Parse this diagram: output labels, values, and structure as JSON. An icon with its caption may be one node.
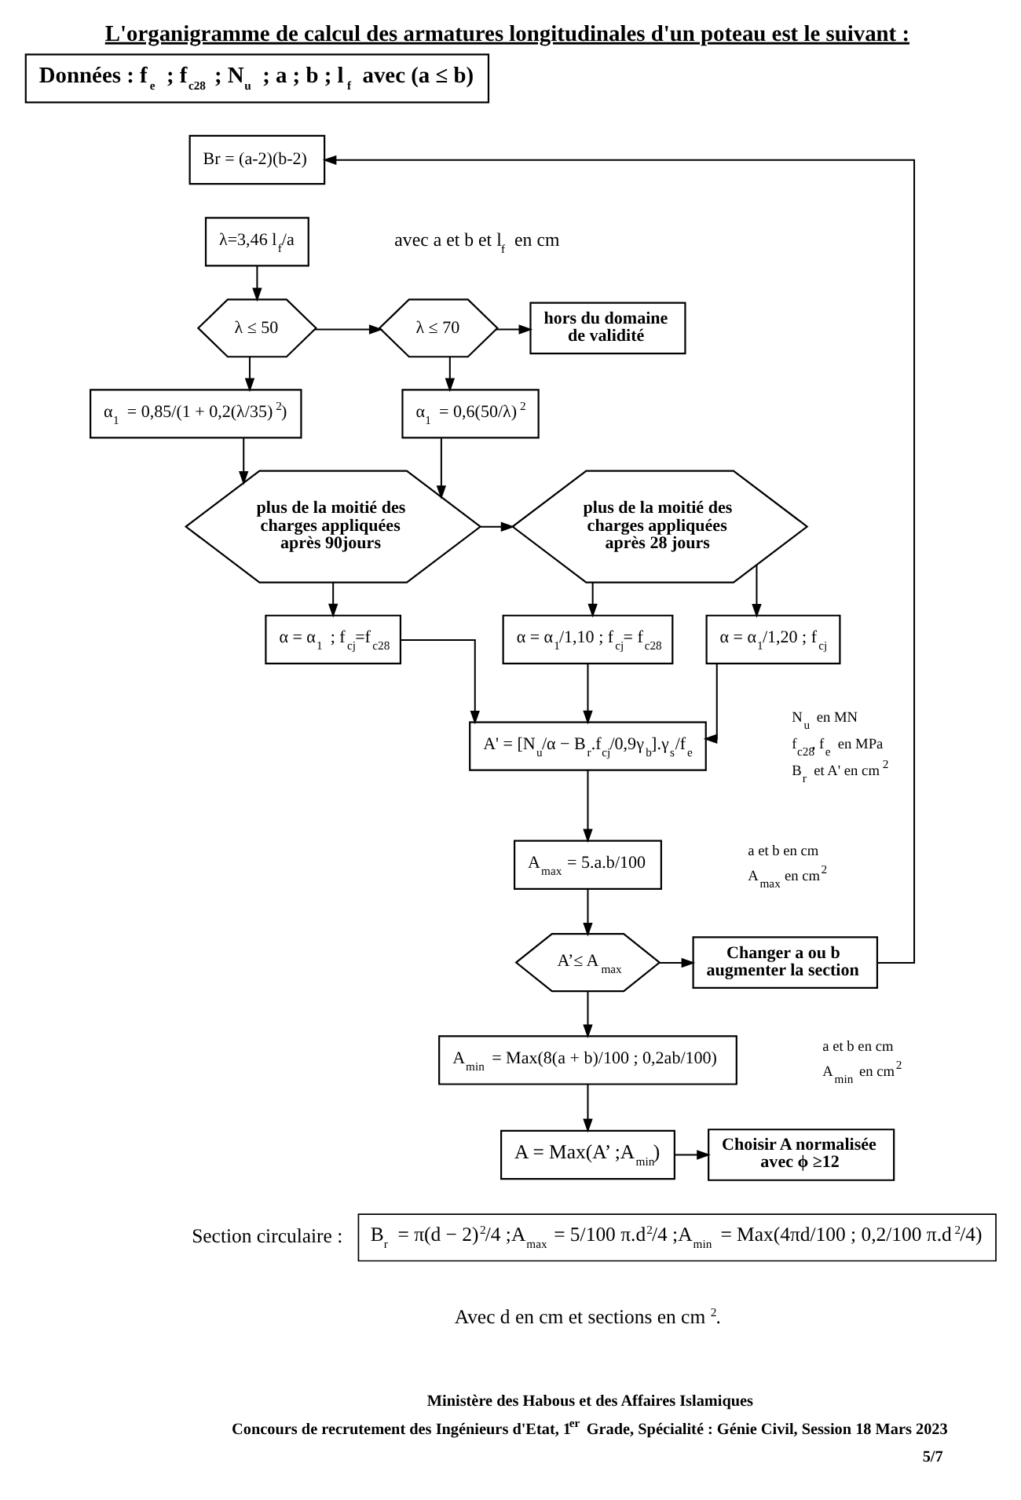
{
  "diagram": {
    "title": "L'organigramme de calcul des armatures longitudinales d'un poteau est le suivant :",
    "nodes": [
      {
        "text": [
          "Données : f$_{e}$ ; f$_{c28}$ ; N$_{u}$ ; a ; b ; l$_{f}$ avec (a ≤ b)"
        ]
      },
      {
        "text": [
          "Br = (a-2)(b-2)"
        ]
      },
      {
        "text": [
          "λ=3,46 l$_{f}$/a"
        ]
      },
      {
        "text": [
          "λ ≤ 50"
        ]
      },
      {
        "text": [
          "λ ≤ 70"
        ]
      },
      {
        "text": [
          "hors du domaine de validité"
        ]
      },
      {
        "text": [
          "α$_{1}$ = 0,85/(1 + 0,2(λ/35)$^{2}$)"
        ]
      },
      {
        "text": [
          "α$_{1}$ = 0,6(50/λ)$^{2}$"
        ]
      },
      {
        "text": [
          "plus de la moitié des charges appliquées après 90jours"
        ]
      },
      {
        "text": [
          "plus de la moitié des charges appliquées après 28 jours"
        ]
      },
      {
        "text": [
          "α = α$_{1}$ ; f$_{cj}$=f$_{c28}$"
        ]
      },
      {
        "text": [
          "α = α$_{1}$/1,10 ; f$_{cj}$= f$_{c28}$"
        ]
      },
      {
        "text": [
          "α = α$_{1}$/1,20 ; f$_{cj}$"
        ]
      },
      {
        "text": [
          "A' = [N$_{u}$/α − B$_{r}$.f$_{cj}$/0,9γ$_{b}$].γ$_{s}$/f$_{e}$"
        ]
      },
      {
        "text": [
          "A$_{max}$ = 5.a.b/100"
        ]
      },
      {
        "text": [
          "A’≤ A$_{max}$"
        ]
      },
      {
        "text": [
          "Changer a ou b augmenter la section"
        ]
      },
      {
        "text": [
          "A$_{min}$ = Max(8(a + b)/100 ; 0,2ab/100)"
        ]
      },
      {
        "text": [
          "A = Max(A’ ;A$_{min}$)"
        ]
      },
      {
        "text": [
          "Choisir A normalisée avec ϕ ≥12"
        ]
      },
      {
        "text": [
          "Section circulaire :",
          "B$_{r}$ = π(d − 2)$^{2}$/4 ;A$_{max}$ = 5/100 π.d$^{2}$/4 ;A$_{min}$ = Max(4πd/100 ; 0,2/100 π.d$^{2}$/4)"
        ]
      }
    ],
    "edges": [
      {
        "from": 2,
        "to": 3,
        "arrow": "to"
      },
      {
        "from": 3,
        "to": 4,
        "arrow": "to"
      },
      {
        "from": 4,
        "to": 5,
        "arrow": "to"
      },
      {
        "from": 3,
        "to": 6,
        "arrow": "to"
      },
      {
        "from": 4,
        "to": 7,
        "arrow": "to"
      },
      {
        "from": 6,
        "to": 8,
        "arrow": "to"
      },
      {
        "from": 7,
        "to": 8,
        "arrow": "to"
      },
      {
        "from": 8,
        "to": 9,
        "arrow": "to"
      },
      {
        "from": 8,
        "to": 10,
        "arrow": "to"
      },
      {
        "from": 9,
        "to": 11,
        "arrow": "to"
      },
      {
        "from": 9,
        "to": 12,
        "arrow": "to"
      },
      {
        "from": 10,
        "to": 13,
        "arrow": "to"
      },
      {
        "from": 11,
        "to": 13,
        "arrow": "to"
      },
      {
        "from": 12,
        "to": 13,
        "arrow": "to"
      },
      {
        "from": 13,
        "to": 14,
        "arrow": "to"
      },
      {
        "from": 14,
        "to": 15,
        "arrow": "to"
      },
      {
        "from": 15,
        "to": 16,
        "arrow": "to"
      },
      {
        "from": 15,
        "to": 17,
        "arrow": "to"
      },
      {
        "from": 17,
        "to": 18,
        "arrow": "to"
      },
      {
        "from": 18,
        "to": 19,
        "arrow": "to"
      },
      {
        "from": 16,
        "to": 1,
        "arrow": "to"
      }
    ],
    "labels": [
      "avec a et b et l$_{f}$ en cm",
      "N$_{u}$ en MN",
      "f$_{c28}$, f$_{e}$ en MPa",
      "B$_{r}$ et A' en cm$^{2}$",
      "a et b en cm",
      "A$_{max}$ en cm$^{2}$",
      "a et b en cm",
      "A$_{min}$ en cm$^{2}$",
      "Avec d en cm et sections en cm$^{2}$.",
      "Ministère des Habous et des Affaires Islamiques",
      "Concours de recrutement des Ingénieurs d'Etat, 1$^{er}$ Grade, Spécialité : Génie Civil, Session 18 Mars 2023",
      "5/7"
    ]
  }
}
